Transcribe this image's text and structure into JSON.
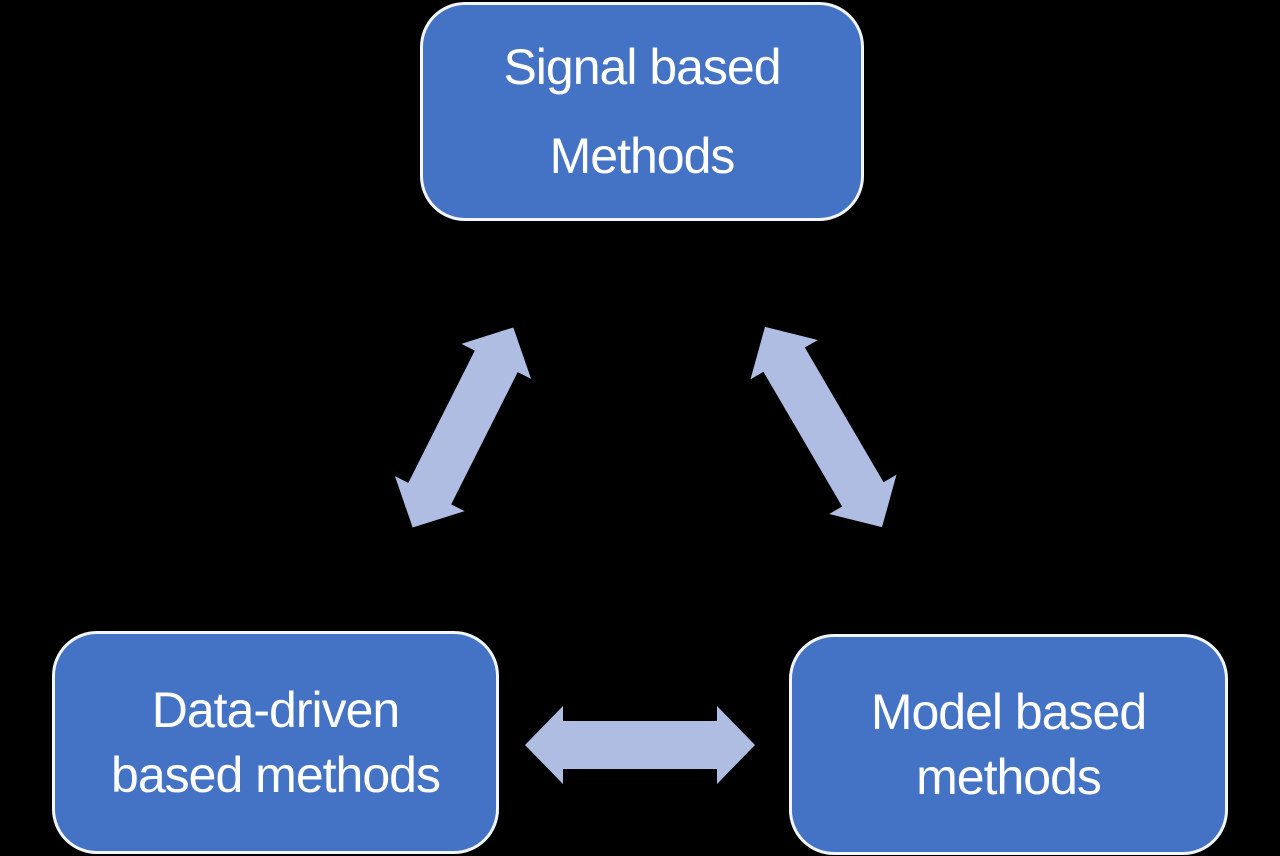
{
  "diagram": {
    "colors": {
      "background": "#000000",
      "node_fill": "#4472C4",
      "node_border": "#F2F5FB",
      "node_text": "#FFFFFF",
      "arrow_fill": "#AFBDE3"
    },
    "nodes": [
      {
        "id": "signal-based-methods",
        "lines": [
          "Signal based",
          "Methods"
        ]
      },
      {
        "id": "data-driven-based-methods",
        "lines": [
          "Data-driven",
          "based methods"
        ]
      },
      {
        "id": "model-based-methods",
        "lines": [
          "Model based",
          "methods"
        ]
      }
    ],
    "connections": [
      {
        "from": "signal-based-methods",
        "to": "data-driven-based-methods",
        "style": "double-headed-arrow"
      },
      {
        "from": "signal-based-methods",
        "to": "model-based-methods",
        "style": "double-headed-arrow"
      },
      {
        "from": "data-driven-based-methods",
        "to": "model-based-methods",
        "style": "double-headed-arrow"
      }
    ]
  }
}
